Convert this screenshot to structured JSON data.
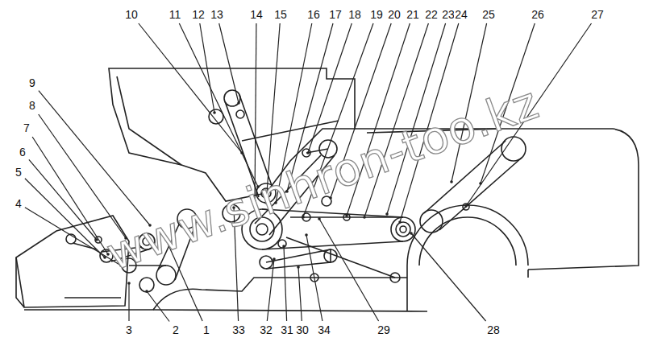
{
  "diagram": {
    "labels": [
      "10",
      "11",
      "12",
      "13",
      "14",
      "15",
      "16",
      "17",
      "18",
      "19",
      "20",
      "21",
      "22",
      "23",
      "24",
      "25",
      "26",
      "27",
      "9",
      "8",
      "7",
      "6",
      "5",
      "4",
      "3",
      "2",
      "1",
      "33",
      "32",
      "31",
      "30",
      "34",
      "29",
      "28",
      "www.sinhron-too.kz"
    ]
  }
}
